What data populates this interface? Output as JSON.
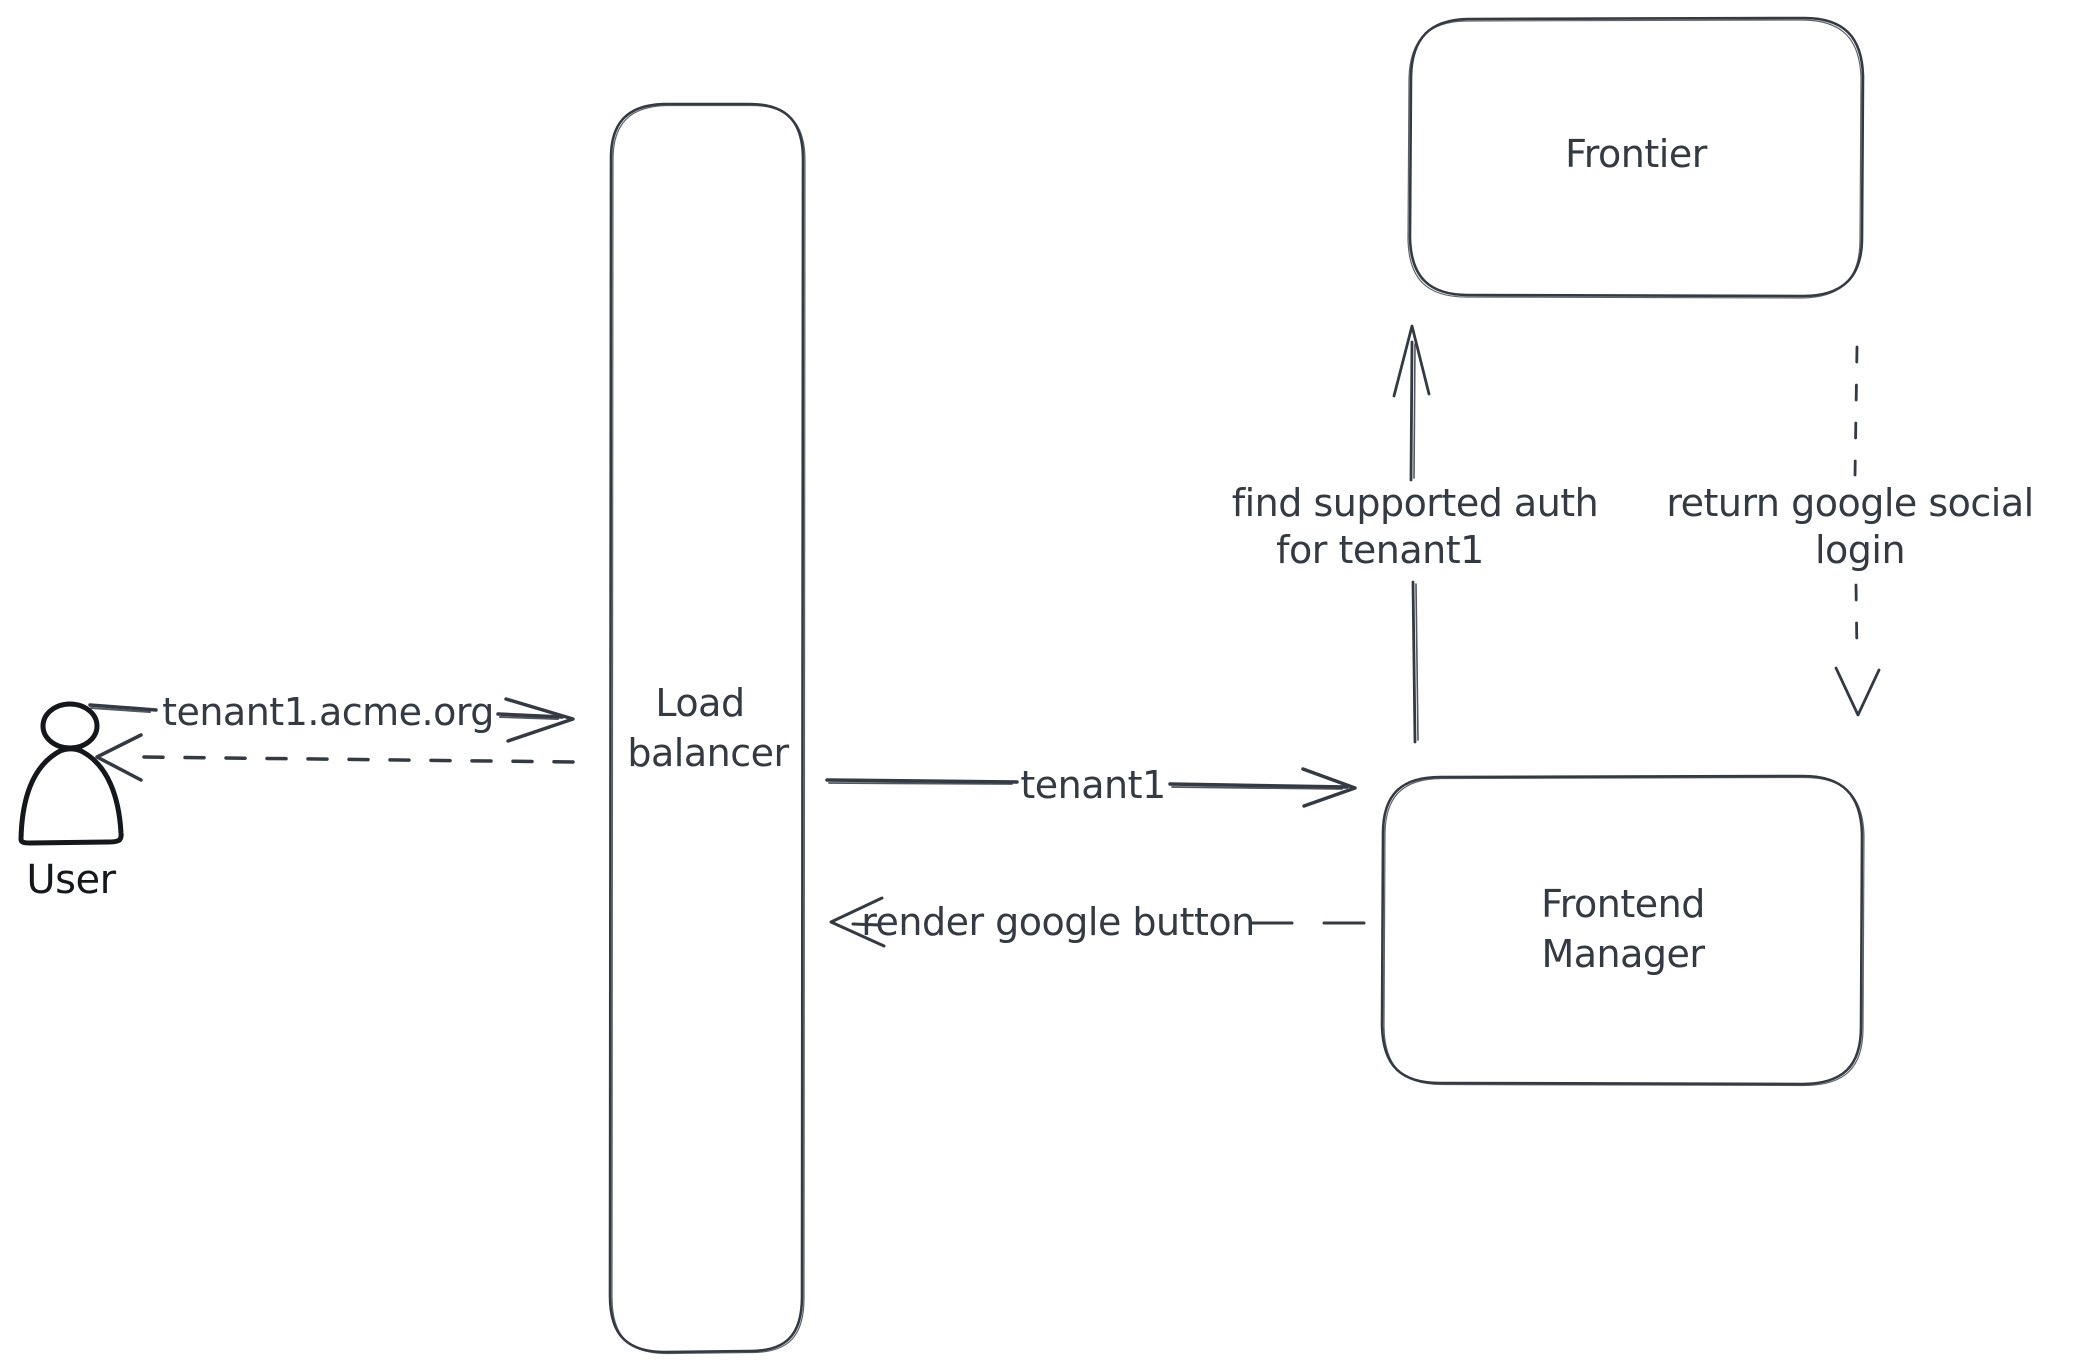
{
  "page": {
    "background": "#ffffff"
  },
  "style": {
    "ink_primary": "#343a44",
    "ink_actor": "#14171c",
    "hatch_fill": "#ccd4dc"
  },
  "nodes": {
    "user": {
      "label": "User",
      "type": "actor"
    },
    "load_balancer": {
      "label_lines": [
        "Load",
        "balancer"
      ],
      "type": "box"
    },
    "frontier": {
      "label": "Frontier",
      "type": "box"
    },
    "frontend_manager": {
      "label_lines": [
        "Frontend",
        "Manager"
      ],
      "type": "box"
    }
  },
  "edges": {
    "user_to_load_balancer": {
      "label": "tenant1.acme.org",
      "style": "solid",
      "direction": "right"
    },
    "load_balancer_to_user": {
      "label": "",
      "style": "dashed",
      "direction": "left"
    },
    "load_balancer_to_frontend_manager": {
      "label": "tenant1",
      "style": "solid",
      "direction": "right"
    },
    "frontend_manager_to_load_balancer": {
      "label": "render google button",
      "style": "dashed",
      "direction": "left"
    },
    "frontend_manager_to_frontier": {
      "label_lines": [
        "find supported auth",
        "for tenant1"
      ],
      "style": "solid",
      "direction": "up"
    },
    "frontier_to_frontend_manager": {
      "label_lines": [
        "return google social",
        "login"
      ],
      "style": "dashed",
      "direction": "down"
    }
  }
}
